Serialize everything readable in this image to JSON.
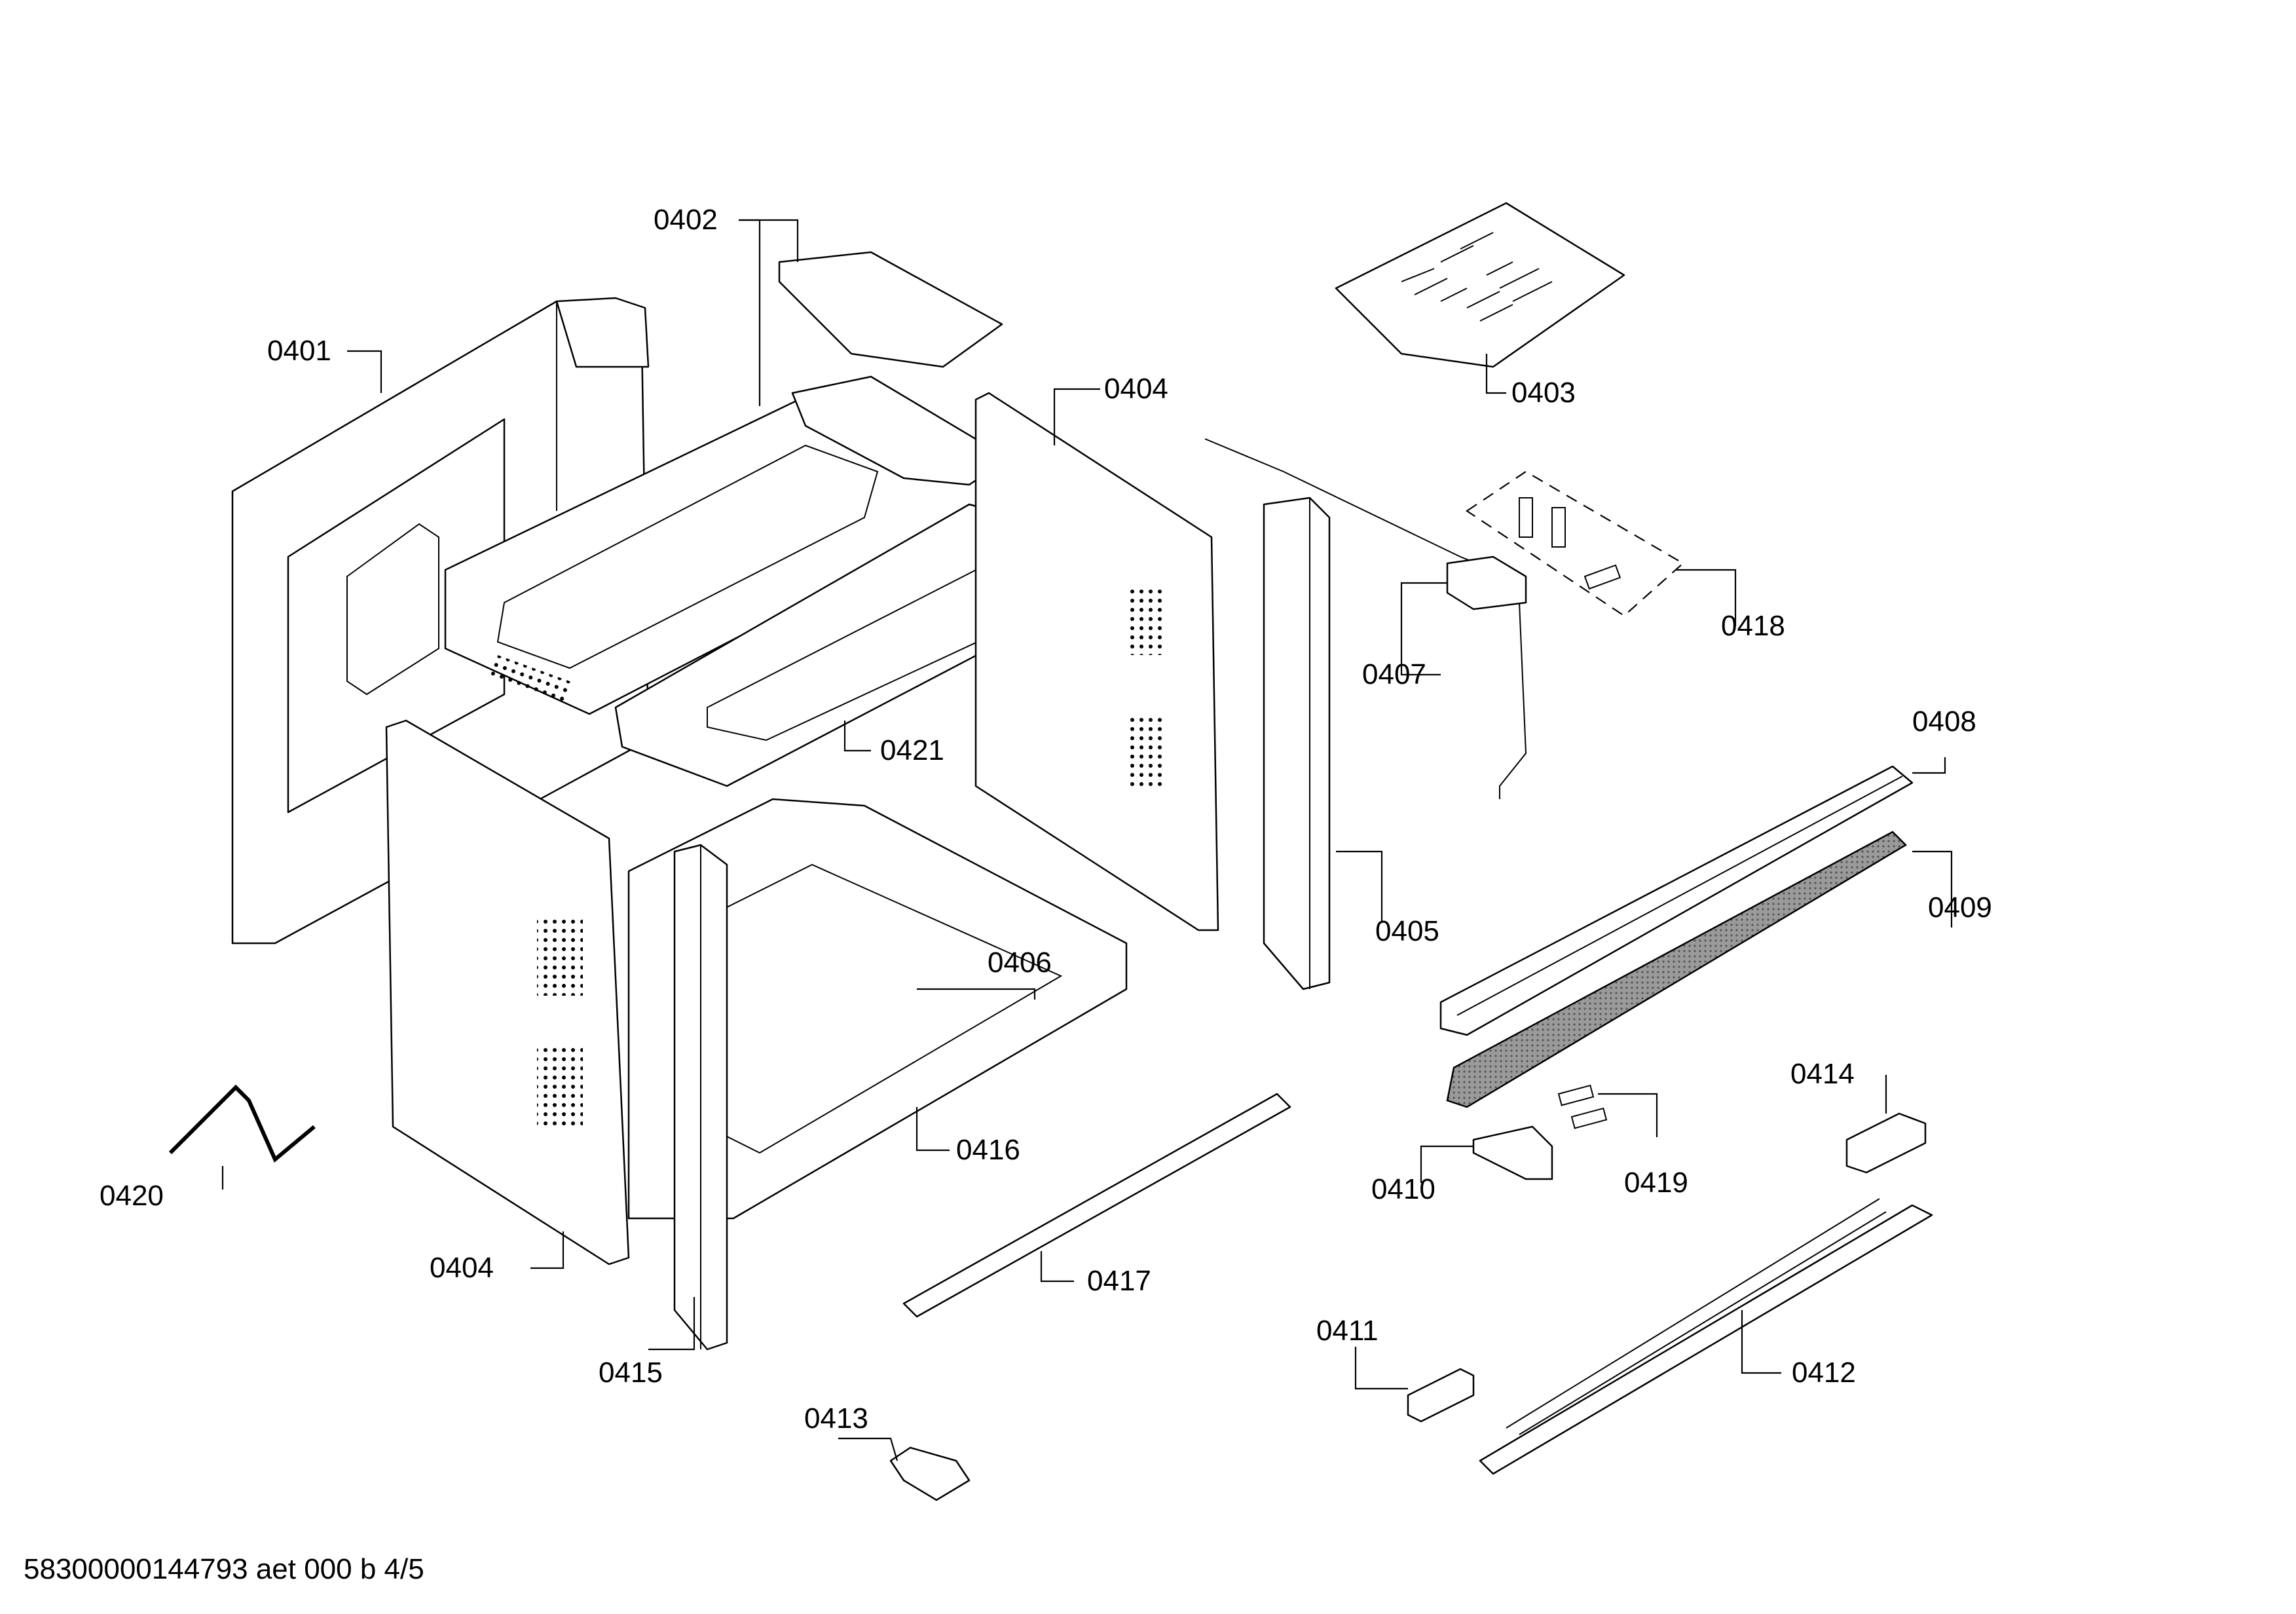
{
  "labels": {
    "p0401": "0401",
    "p0402": "0402",
    "p0403": "0403",
    "p0404a": "0404",
    "p0404b": "0404",
    "p0405": "0405",
    "p0406": "0406",
    "p0407": "0407",
    "p0408": "0408",
    "p0409": "0409",
    "p0410": "0410",
    "p0411": "0411",
    "p0412": "0412",
    "p0413": "0413",
    "p0414": "0414",
    "p0415": "0415",
    "p0416": "0416",
    "p0417": "0417",
    "p0418": "0418",
    "p0419": "0419",
    "p0420": "0420",
    "p0421": "0421"
  },
  "footer": "58300000144793 aet 000 b 4/5"
}
